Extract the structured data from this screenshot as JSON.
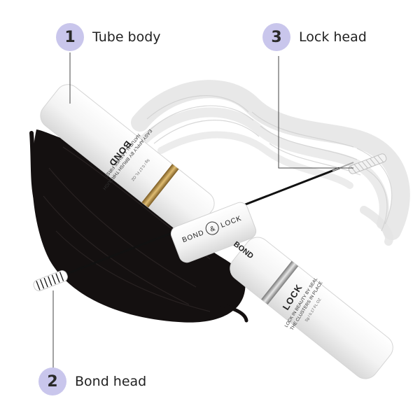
{
  "callouts": [
    {
      "number": "1",
      "label": "Tube body"
    },
    {
      "number": "2",
      "label": "Bond head"
    },
    {
      "number": "3",
      "label": "Lock head"
    }
  ],
  "bond_tube": {
    "brand": "BOND",
    "line1": "EASY APPLY BY BRUSH THROUGH",
    "line2": "NATURAL LASHES FIRST",
    "net": "5g / 0.17 FL OZ"
  },
  "cap": {
    "left": "BOND",
    "amp": "&",
    "right": "LOCK",
    "side": "BOND"
  },
  "lock_tube": {
    "brand": "LOCK",
    "line1": "LOCK IN BEAUTY BY SEAL",
    "line2": "THE CLUSTERS IN PLACE",
    "net": "5g / 0.17 FL OZ"
  },
  "colors": {
    "accent_badge": "#c9c6ec",
    "gold_band": "#b58a3a",
    "silver_band": "#9a9a9a",
    "black_swatch": "#141010",
    "white_swatch": "#e9e9e9"
  }
}
